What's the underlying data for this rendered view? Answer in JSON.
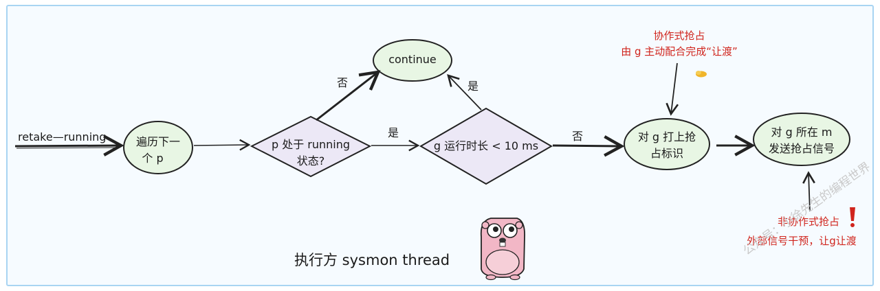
{
  "colors": {
    "frame": "#a8d4f2",
    "panel": "#f6fbff",
    "ellipse_fill": "#e8f6e4",
    "diamond_fill": "#ece8f6",
    "stroke": "#222222",
    "red": "#d0241c",
    "gopher_pink": "#f2b7c6",
    "gopher_belly": "#f6cfd8"
  },
  "entry": {
    "label": "retake—running"
  },
  "nodes": {
    "traverse": {
      "lines": [
        "遍历下一",
        "个 p"
      ]
    },
    "running_check": {
      "lines": [
        "p 处于 running",
        "状态?"
      ]
    },
    "continue_node": {
      "label": "continue"
    },
    "time_check": {
      "label": "g 运行时长 < 10 ms"
    },
    "mark": {
      "lines": [
        "对 g 打上抢",
        "占标识"
      ]
    },
    "signal": {
      "lines": [
        "对 g 所在 m",
        "发送抢占信号"
      ]
    }
  },
  "edges": {
    "no1": "否",
    "yes1": "是",
    "yes2": "是",
    "no2": "否"
  },
  "notes": {
    "coop_title": "协作式抢占",
    "coop_desc": "由 g 主动配合完成“让渡”",
    "coop_icon": "handshake-emoji",
    "noncoop_title": "非协作式抢占",
    "noncoop_icon": "exclamation-icon",
    "noncoop_desc": "外部信号干预，让g让渡"
  },
  "executor": "执行方 sysmon thread",
  "watermark": "公众号：小徐先生的编程世界"
}
